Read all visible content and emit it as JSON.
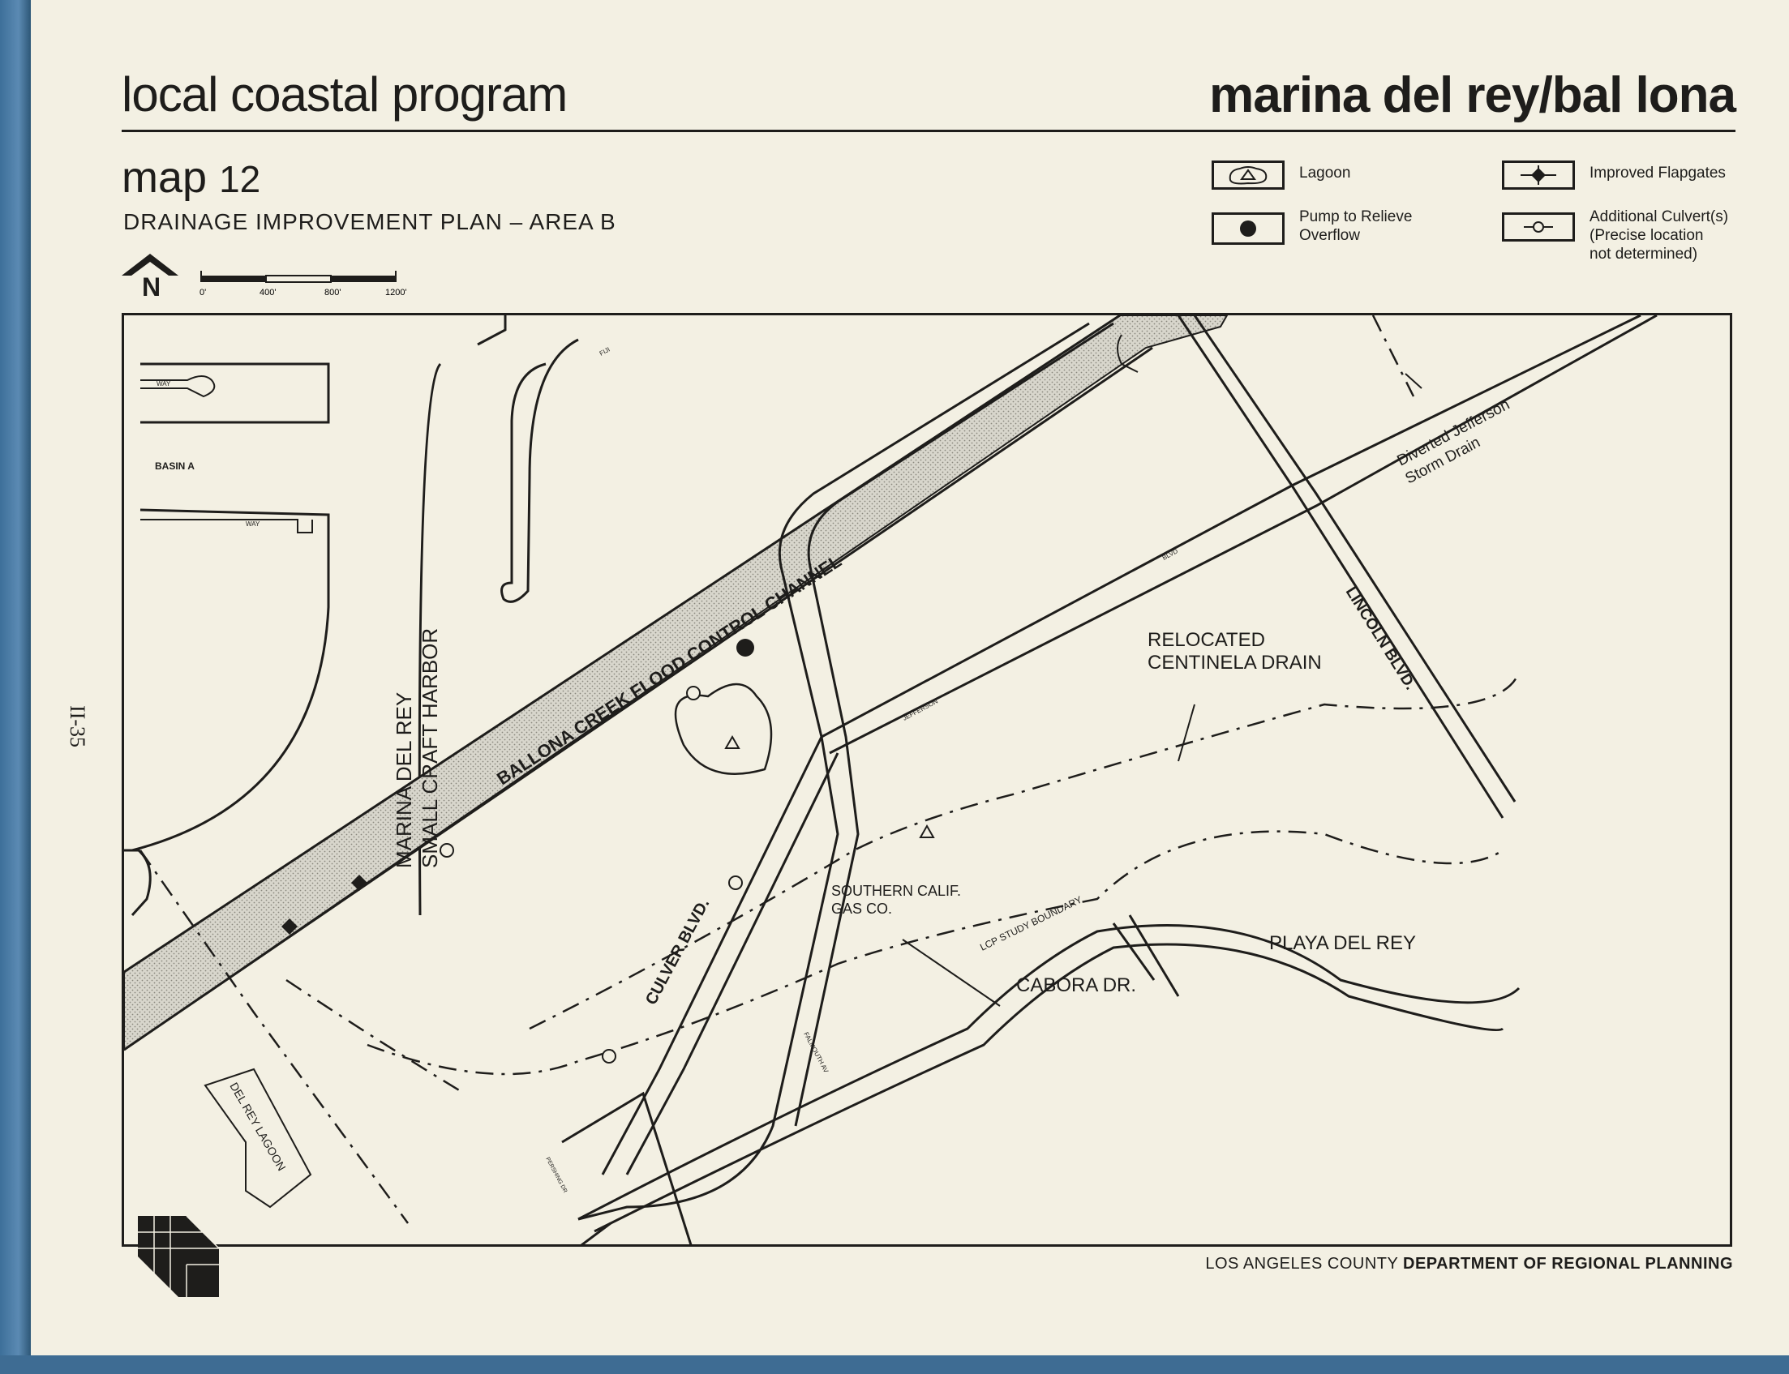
{
  "header": {
    "left_title": "local coastal program",
    "right_title": "marina del rey/bal lona"
  },
  "map_heading": {
    "prefix": "map",
    "number": "12",
    "subtitle": "DRAINAGE IMPROVEMENT PLAN – AREA B"
  },
  "north_arrow": {
    "letter": "N"
  },
  "scale_bar": {
    "ticks": [
      "0'",
      "400'",
      "800'",
      "1200'"
    ]
  },
  "legend": [
    {
      "icon": "lagoon-icon",
      "label": "Lagoon"
    },
    {
      "icon": "pump-icon",
      "label": "Pump to Relieve\nOverflow"
    },
    {
      "icon": "improved-flapgate-icon",
      "label": "Improved Flapgates"
    },
    {
      "icon": "additional-culvert-icon",
      "label": "Additional Culvert(s)\n(Precise location\nnot determined)"
    }
  ],
  "map_labels": {
    "harbor_1": "MARINA DEL REY",
    "harbor_2": "SMALL CRAFT HARBOR",
    "basin": "BASIN A",
    "way_1": "WAY",
    "way_2": "WAY",
    "channel": "BALLONA CREEK FLOOD CONTROL CHANNEL",
    "jefferson": "JEFFERSON",
    "blvd_small": "BLVD",
    "fiji": "FIJI",
    "lincoln": "LINCOLN BLVD.",
    "storm_drain_1": "Diverted Jefferson",
    "storm_drain_2": "Storm Drain",
    "centinela_1": "RELOCATED",
    "centinela_2": "CENTINELA DRAIN",
    "culver": "CULVER BLVD.",
    "gas_1": "SOUTHERN CALIF.",
    "gas_2": "GAS CO.",
    "study_boundary": "LCP STUDY BOUNDARY",
    "playa": "PLAYA DEL REY",
    "cabora": "CABORA DR.",
    "falmouth": "FALMOUTH AV",
    "lagoon": "DEL REY LAGOON",
    "pershing": "PERSHING DR"
  },
  "page_number": "II-35",
  "footer": {
    "agency_prefix": "LOS ANGELES COUNTY",
    "agency_bold": "DEPARTMENT OF REGIONAL PLANNING"
  }
}
